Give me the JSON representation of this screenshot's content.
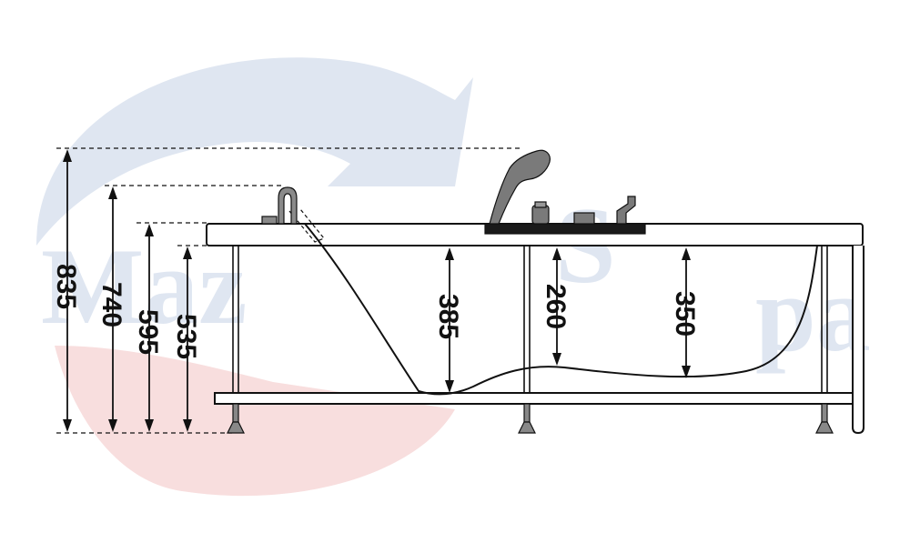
{
  "watermark": {
    "text_left": "Maz",
    "text_right_s": "S",
    "text_right_pa": "pa",
    "blue": "#dfe6f1",
    "red": "#f8dede"
  },
  "colors": {
    "line": "#111111",
    "fixture_fill": "#7a7a7a",
    "deck_fill": "#1a1a1a"
  },
  "dimensions": {
    "overall_height": "835",
    "rim_to_handle": "740",
    "rim_height": "595",
    "panel_height": "535",
    "depth_left": "385",
    "depth_center": "260",
    "depth_right": "350"
  }
}
